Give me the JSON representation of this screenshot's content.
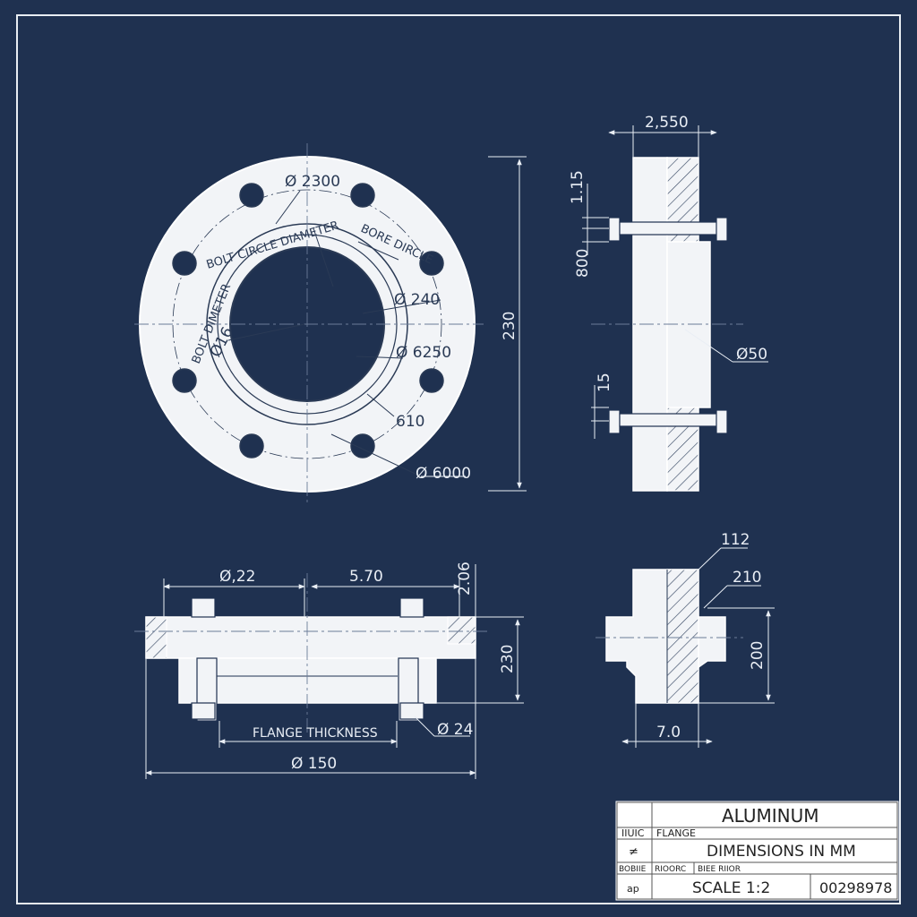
{
  "colors": {
    "background": "#1f3150",
    "line": "#e9eef5",
    "part_fill": "#f2f4f7",
    "title_block_bg": "#ffffff"
  },
  "front_view": {
    "outer_diameter": "Ø 2300",
    "bolt_circle_label": "BOLT CIRCLE DIAMETER",
    "bore_label": "BORE DIRCLE",
    "left_label": "BOLT DIMETER",
    "d240": "Ø 240",
    "d16": "Ø16",
    "d6250": "Ø 6250",
    "v610": "610",
    "d6000": "Ø 6000",
    "height": "230"
  },
  "side_view": {
    "width": "2,550",
    "top_offset": "1.15",
    "left_dim": "800",
    "lower_offset": "15",
    "d50": "Ø50"
  },
  "bottom_left_view": {
    "d22": "Ø,22",
    "v570": "5.70",
    "v206": "2.06",
    "height": "230",
    "thickness_label": "FLANGE THICKNESS",
    "d24": "Ø 24",
    "d150": "Ø 150"
  },
  "detail_view": {
    "v112": "112",
    "v210": "210",
    "v200": "200",
    "v70": "7.0"
  },
  "title_block": {
    "material": "ALUMINUM",
    "r1_left": "IIUIC",
    "r1_right": "FLANGE",
    "r2_left": "≠",
    "r2_right": "DIMENSIONS IN MM",
    "r3_a": "BOBIIE",
    "r3_b": "RIOORC",
    "r3_c": "BIEE RIIOR",
    "r4_left": "ap",
    "scale": "SCALE 1:2",
    "number": "00298978"
  }
}
